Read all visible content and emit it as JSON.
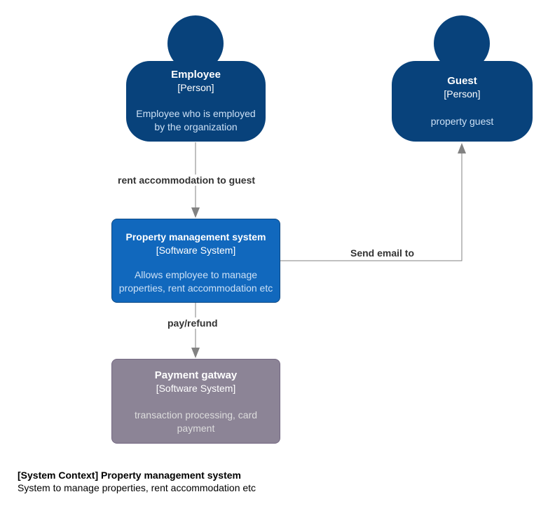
{
  "colors": {
    "person": "#08427b",
    "system": "#1168bd",
    "external": "#8c8496",
    "arrow": "#828282",
    "person_desc_text": "#cce0f5",
    "external_desc_text": "#dddddd"
  },
  "nodes": {
    "employee": {
      "name": "Employee",
      "type": "[Person]",
      "description_lines": [
        "Employee who is employed",
        "by the organization"
      ]
    },
    "guest": {
      "name": "Guest",
      "type": "[Person]",
      "description_lines": [
        "property guest"
      ]
    },
    "property_system": {
      "name": "Property management system",
      "type": "[Software System]",
      "description_lines": [
        "Allows employee to manage",
        "properties, rent accommodation etc"
      ]
    },
    "payment_gateway": {
      "name": "Payment gatway",
      "type": "[Software System]",
      "description_lines": [
        "transaction processing, card",
        "payment"
      ]
    }
  },
  "edges": [
    {
      "from": "employee",
      "to": "property_system",
      "label": "rent accommodation to guest"
    },
    {
      "from": "property_system",
      "to": "guest",
      "label": "Send email to"
    },
    {
      "from": "property_system",
      "to": "payment_gateway",
      "label": "pay/refund"
    }
  ],
  "footer": {
    "title": "[System Context] Property management system",
    "description": "System to manage properties, rent accommodation etc"
  }
}
